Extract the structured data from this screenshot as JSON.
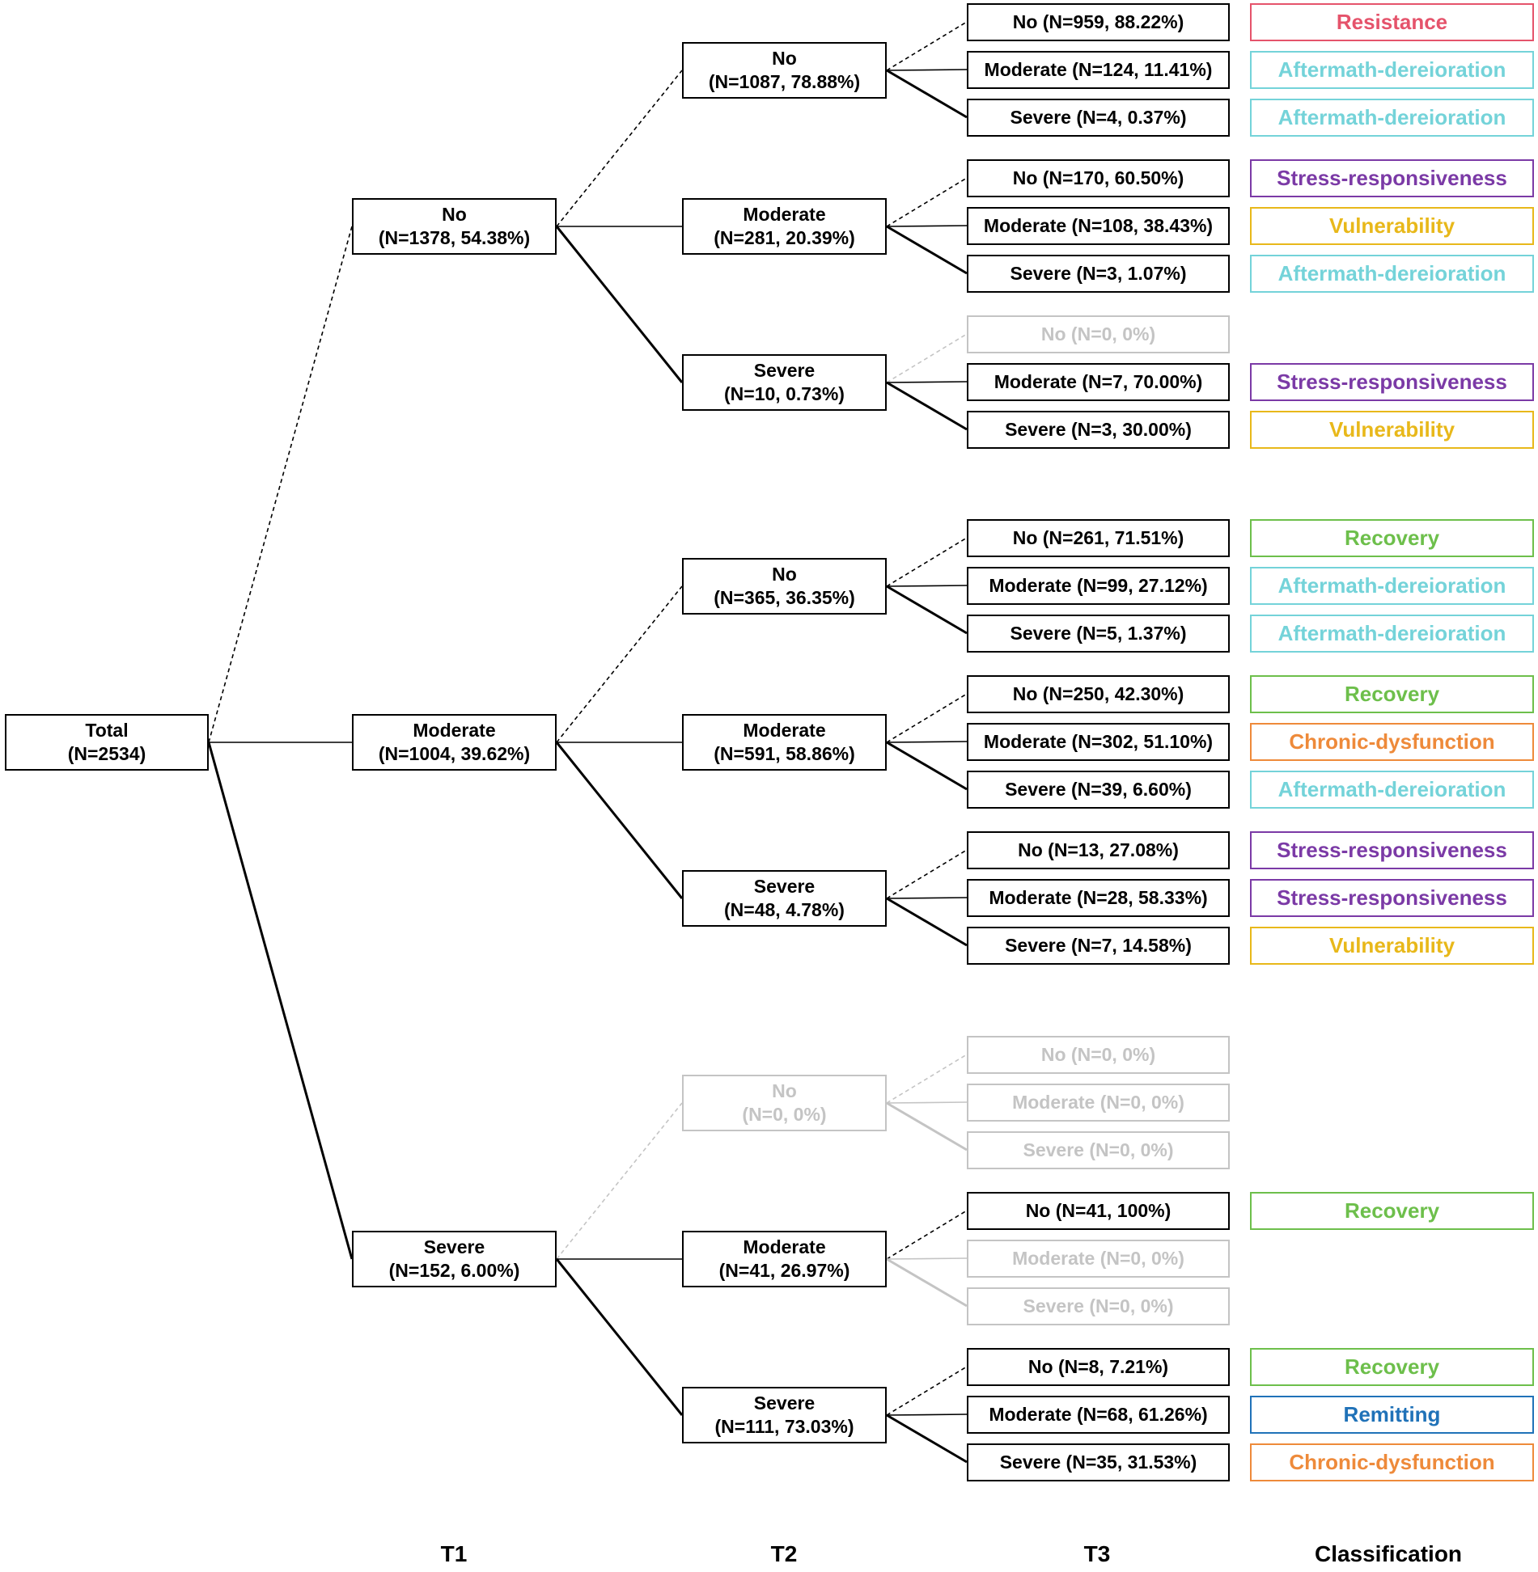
{
  "headers": [
    "T1",
    "T2",
    "T3",
    "Classification"
  ],
  "colors": {
    "Resistance": "#e5536b",
    "Aftermath-dereioration": "#74d3d9",
    "Stress-responsiveness": "#7b3aa6",
    "Vulnerability": "#e8b81a",
    "Recovery": "#6dbf4b",
    "Chronic-dysfunction": "#ee8a3a",
    "Remitting": "#2072b8"
  },
  "tree": {
    "root": {
      "name": "Total",
      "count": "(N=2534)"
    },
    "t1": [
      {
        "name": "No",
        "count": "(N=1378, 54.38%)",
        "t2": [
          {
            "name": "No",
            "count": "(N=1087, 78.88%)",
            "t3": [
              {
                "label": "No (N=959, 88.22%)",
                "cls": "Resistance"
              },
              {
                "label": "Moderate (N=124, 11.41%)",
                "cls": "Aftermath-dereioration"
              },
              {
                "label": "Severe (N=4, 0.37%)",
                "cls": "Aftermath-dereioration"
              }
            ]
          },
          {
            "name": "Moderate",
            "count": "(N=281, 20.39%)",
            "t3": [
              {
                "label": "No (N=170, 60.50%)",
                "cls": "Stress-responsiveness"
              },
              {
                "label": "Moderate (N=108, 38.43%)",
                "cls": "Vulnerability"
              },
              {
                "label": "Severe (N=3, 1.07%)",
                "cls": "Aftermath-dereioration"
              }
            ]
          },
          {
            "name": "Severe",
            "count": "(N=10, 0.73%)",
            "t3": [
              {
                "label": "No (N=0, 0%)",
                "cls": "",
                "empty": true
              },
              {
                "label": "Moderate (N=7, 70.00%)",
                "cls": "Stress-responsiveness"
              },
              {
                "label": "Severe (N=3, 30.00%)",
                "cls": "Vulnerability"
              }
            ]
          }
        ]
      },
      {
        "name": "Moderate",
        "count": "(N=1004, 39.62%)",
        "t2": [
          {
            "name": "No",
            "count": "(N=365, 36.35%)",
            "t3": [
              {
                "label": "No (N=261, 71.51%)",
                "cls": "Recovery"
              },
              {
                "label": "Moderate (N=99, 27.12%)",
                "cls": "Aftermath-dereioration"
              },
              {
                "label": "Severe (N=5, 1.37%)",
                "cls": "Aftermath-dereioration"
              }
            ]
          },
          {
            "name": "Moderate",
            "count": "(N=591, 58.86%)",
            "t3": [
              {
                "label": "No (N=250, 42.30%)",
                "cls": "Recovery"
              },
              {
                "label": "Moderate (N=302, 51.10%)",
                "cls": "Chronic-dysfunction"
              },
              {
                "label": "Severe (N=39, 6.60%)",
                "cls": "Aftermath-dereioration"
              }
            ]
          },
          {
            "name": "Severe",
            "count": "(N=48, 4.78%)",
            "t3": [
              {
                "label": "No (N=13, 27.08%)",
                "cls": "Stress-responsiveness"
              },
              {
                "label": "Moderate (N=28, 58.33%)",
                "cls": "Stress-responsiveness"
              },
              {
                "label": "Severe (N=7, 14.58%)",
                "cls": "Vulnerability"
              }
            ]
          }
        ]
      },
      {
        "name": "Severe",
        "count": "(N=152, 6.00%)",
        "t2": [
          {
            "name": "No",
            "count": "(N=0, 0%)",
            "empty": true,
            "t3": [
              {
                "label": "No (N=0, 0%)",
                "cls": "",
                "empty": true
              },
              {
                "label": "Moderate (N=0, 0%)",
                "cls": "",
                "empty": true
              },
              {
                "label": "Severe (N=0, 0%)",
                "cls": "",
                "empty": true
              }
            ]
          },
          {
            "name": "Moderate",
            "count": "(N=41, 26.97%)",
            "t3": [
              {
                "label": "No (N=41, 100%)",
                "cls": "Recovery"
              },
              {
                "label": "Moderate (N=0, 0%)",
                "cls": "",
                "empty": true
              },
              {
                "label": "Severe (N=0, 0%)",
                "cls": "",
                "empty": true
              }
            ]
          },
          {
            "name": "Severe",
            "count": "(N=111, 73.03%)",
            "t3": [
              {
                "label": "No (N=8, 7.21%)",
                "cls": "Recovery"
              },
              {
                "label": "Moderate (N=68, 61.26%)",
                "cls": "Remitting"
              },
              {
                "label": "Severe (N=35, 31.53%)",
                "cls": "Chronic-dysfunction"
              }
            ]
          }
        ]
      }
    ]
  }
}
